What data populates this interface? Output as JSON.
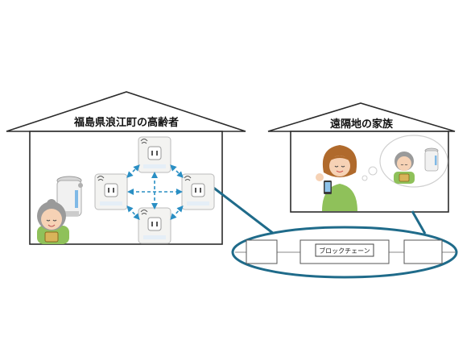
{
  "houses": {
    "left": {
      "title": "福島県浪江町の高齢者"
    },
    "right": {
      "title": "遠隔地の家族"
    }
  },
  "blockchain": {
    "label": "ブロックチェーン"
  },
  "colors": {
    "house_line": "#2b2b2b",
    "connector_teal": "#1f6b8a",
    "arrow_blue": "#2a8fc4",
    "plug_body": "#f3f3f1",
    "skin": "#f6d2b5",
    "hair_gray": "#9a9a9a",
    "green_shirt": "#8fc15a",
    "daughter_hair": "#b06a2c"
  },
  "icons": [
    "house-left",
    "house-right",
    "smart-plug",
    "electric-pot",
    "elderly-woman",
    "daughter-with-phone",
    "thought-bubble",
    "blockchain-ellipse"
  ]
}
